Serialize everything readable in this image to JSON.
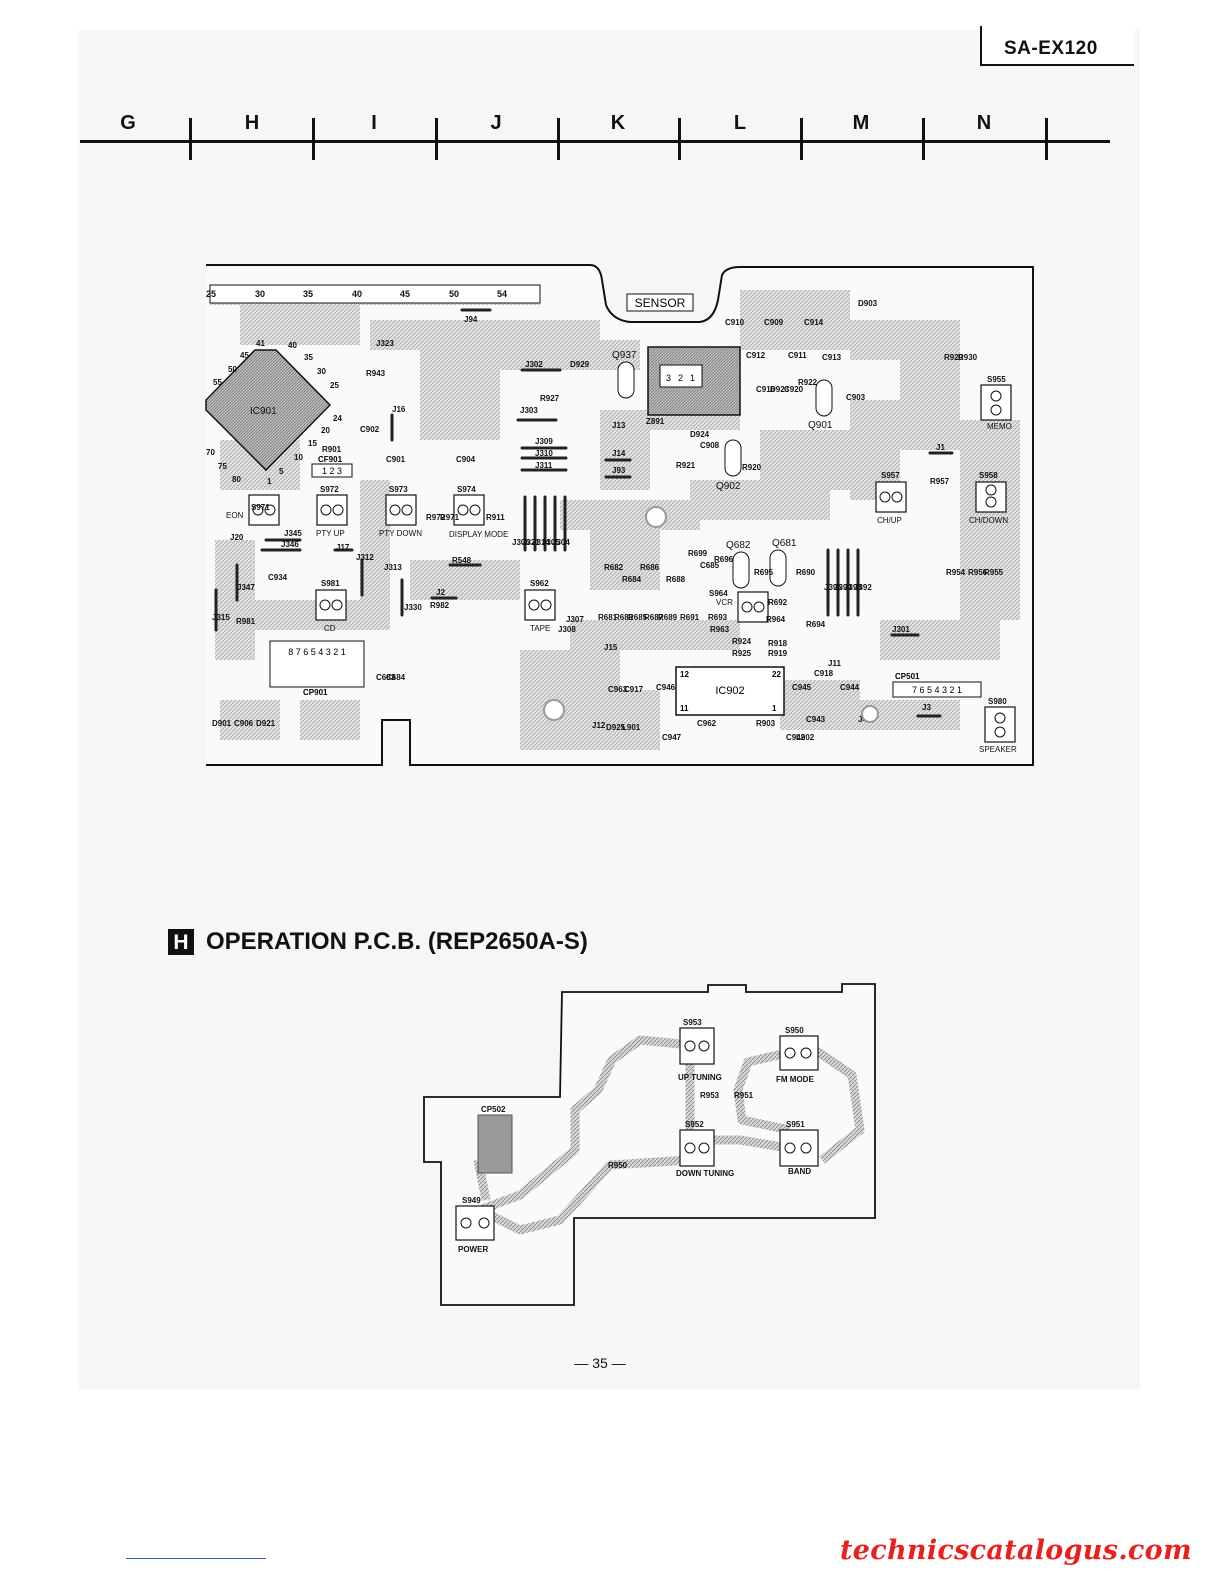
{
  "header": {
    "model": "SA-EX120",
    "grid_letters": [
      "G",
      "H",
      "I",
      "J",
      "K",
      "L",
      "M",
      "N"
    ]
  },
  "pcb_top": {
    "sensor_label": "SENSOR",
    "edge_numbers": [
      "25",
      "30",
      "35",
      "40",
      "45",
      "50",
      "54"
    ],
    "ic901": {
      "name": "IC901",
      "pins": [
        "41",
        "40",
        "45",
        "35",
        "50",
        "30",
        "55",
        "25",
        "24",
        "20",
        "15",
        "70",
        "10",
        "75",
        "5",
        "80",
        "1"
      ]
    },
    "connector_cf901": {
      "name": "CF901",
      "pins": "1 2 3"
    },
    "connector_cp901": {
      "name": "CP901",
      "pins": "8 7 6 5 4 3 2 1"
    },
    "connector_cp501": {
      "name": "CP501",
      "pins": "7 6 5 4 3 2 1"
    },
    "ic902": {
      "name": "IC902",
      "pins": [
        "12",
        "22",
        "11",
        "1"
      ]
    },
    "q937_pins": [
      "3",
      "2",
      "1"
    ],
    "switches": [
      {
        "ref": "S971",
        "label": "EON"
      },
      {
        "ref": "S972",
        "label": "PTY UP"
      },
      {
        "ref": "S973",
        "label": "PTY DOWN"
      },
      {
        "ref": "S974",
        "label": "DISPLAY MODE"
      },
      {
        "ref": "S981",
        "label": "CD"
      },
      {
        "ref": "S962",
        "label": "TAPE"
      },
      {
        "ref": "S964",
        "label": "VCR"
      },
      {
        "ref": "S957",
        "label": "CH/UP"
      },
      {
        "ref": "S958",
        "label": "CH/DOWN"
      },
      {
        "ref": "S955",
        "label": "MEMO"
      },
      {
        "ref": "S980",
        "label": "SPEAKER"
      }
    ],
    "transistors": [
      "Q937",
      "Q901",
      "Q902",
      "Q682",
      "Q681"
    ],
    "parts": [
      "J94",
      "J302",
      "D929",
      "R927",
      "J303",
      "J13",
      "Z891",
      "D924",
      "C908",
      "R921",
      "R920",
      "C910",
      "C909",
      "C914",
      "D903",
      "C912",
      "C911",
      "C913",
      "C916",
      "D923",
      "C920",
      "R922",
      "C903",
      "R929",
      "R930",
      "J1",
      "R957",
      "J309",
      "J310",
      "J311",
      "J14",
      "J93",
      "R901",
      "C902",
      "C901",
      "C904",
      "J16",
      "R943",
      "J323",
      "J345",
      "J346",
      "J17",
      "J20",
      "R911",
      "R972",
      "R971",
      "J306",
      "J321",
      "J314",
      "J305",
      "J304",
      "R548",
      "J313",
      "J312",
      "J347",
      "C934",
      "J2",
      "R982",
      "J330",
      "R981",
      "J315",
      "J308",
      "J307",
      "R682",
      "R686",
      "R684",
      "R688",
      "R699",
      "R696",
      "C685",
      "R695",
      "R690",
      "J395",
      "J394",
      "J393",
      "J392",
      "R954",
      "R956",
      "R955",
      "R692",
      "R694",
      "R681",
      "R683",
      "R685",
      "R687",
      "R689",
      "R691",
      "R693",
      "R963",
      "R964",
      "R924",
      "R918",
      "R925",
      "R919",
      "J301",
      "J15",
      "C683",
      "C684",
      "C963",
      "C917",
      "C946",
      "C945",
      "C918",
      "J11",
      "C944",
      "J3",
      "C947",
      "D925",
      "L901",
      "D901",
      "C906",
      "D921",
      "J12",
      "C962",
      "R903",
      "C943",
      "C942",
      "L902",
      "J4"
    ]
  },
  "section": {
    "badge": "H",
    "title": "OPERATION  P.C.B. (REP2650A-S)"
  },
  "pcb_bottom": {
    "switches": [
      {
        "ref": "S953",
        "label": "UP TUNING"
      },
      {
        "ref": "S950",
        "label": "FM MODE"
      },
      {
        "ref": "S952",
        "label": "DOWN TUNING"
      },
      {
        "ref": "S951",
        "label": "BAND"
      },
      {
        "ref": "S949",
        "label": "POWER"
      }
    ],
    "parts": [
      "CP502",
      "R950",
      "R953",
      "R951"
    ]
  },
  "footer": {
    "page": "— 35 —",
    "watermark": "technicscatalogus.com"
  }
}
